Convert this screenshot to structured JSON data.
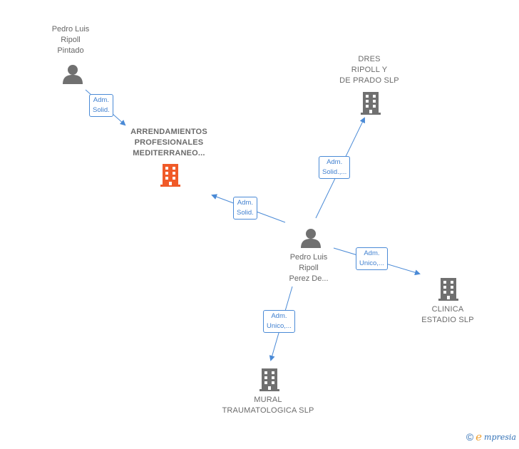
{
  "nodes": {
    "pedro_pintado": {
      "label": "Pedro Luis\nRipoll\nPintado",
      "type": "person"
    },
    "arrendamientos": {
      "label": "ARRENDAMIENTOS\nPROFESIONALES\nMEDITERRANEO...",
      "type": "company",
      "highlight": true
    },
    "dres_ripoll": {
      "label": "DRES\nRIPOLL Y\nDE PRADO SLP",
      "type": "company"
    },
    "pedro_perez": {
      "label": "Pedro Luis\nRipoll\nPerez De...",
      "type": "person"
    },
    "clinica": {
      "label": "CLINICA\nESTADIO  SLP",
      "type": "company"
    },
    "mural": {
      "label": "MURAL\nTRAUMATOLOGICA SLP",
      "type": "company"
    }
  },
  "edges": [
    {
      "from": "pedro_pintado",
      "to": "arrendamientos",
      "line1": "Adm.",
      "line2": "Solid."
    },
    {
      "from": "pedro_perez",
      "to": "arrendamientos",
      "line1": "Adm.",
      "line2": "Solid."
    },
    {
      "from": "pedro_perez",
      "to": "dres_ripoll",
      "line1": "Adm.",
      "line2": "Solid.,..."
    },
    {
      "from": "pedro_perez",
      "to": "clinica",
      "line1": "Adm.",
      "line2": "Unico,..."
    },
    {
      "from": "pedro_perez",
      "to": "mural",
      "line1": "Adm.",
      "line2": "Unico,..."
    }
  ],
  "colors": {
    "edge": "#4a8ad6",
    "icon": "#707070",
    "highlight": "#f05a28"
  },
  "footer": {
    "copyright": "©",
    "brand_initial": "e",
    "brand_rest": "mpresia"
  }
}
